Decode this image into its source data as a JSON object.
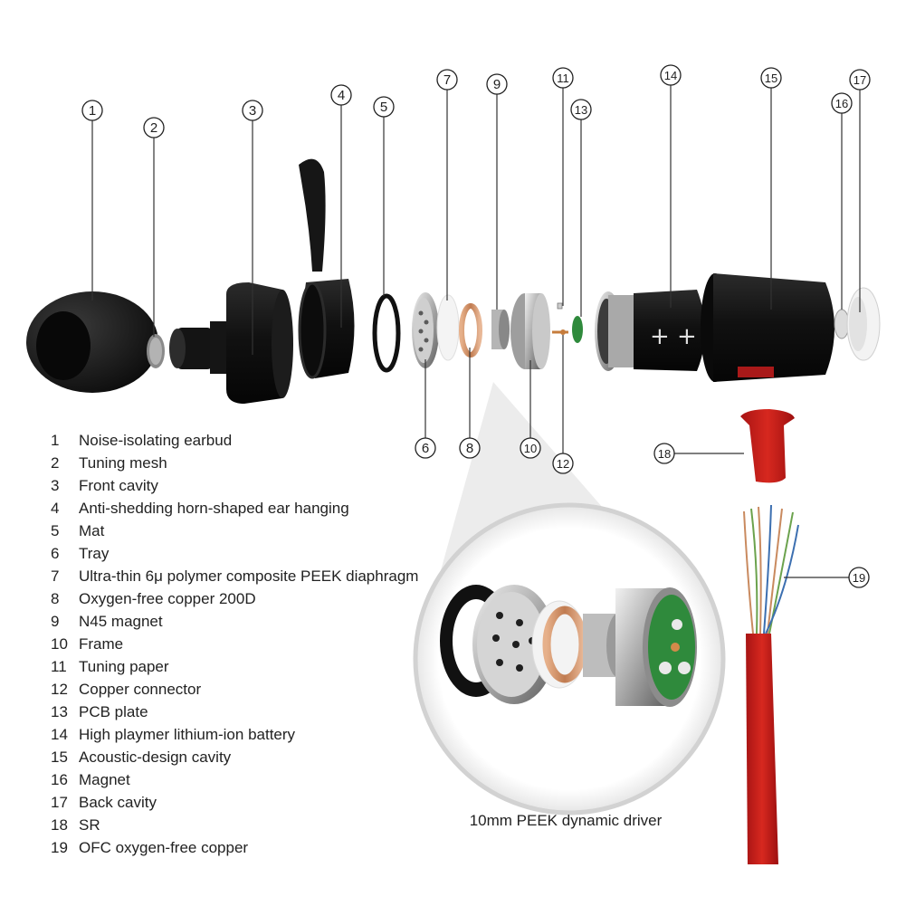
{
  "colors": {
    "black_part": "#1b1b1b",
    "red_cable": "#c8201f",
    "copper": "#c98a5f",
    "pcb_green": "#2f8a3c",
    "silver": "#bfbfbf",
    "callout_line": "#333333"
  },
  "callouts": [
    {
      "number": "1"
    },
    {
      "number": "2"
    },
    {
      "number": "3"
    },
    {
      "number": "4"
    },
    {
      "number": "5"
    },
    {
      "number": "6"
    },
    {
      "number": "7"
    },
    {
      "number": "8"
    },
    {
      "number": "9"
    },
    {
      "number": "10"
    },
    {
      "number": "11"
    },
    {
      "number": "12"
    },
    {
      "number": "13"
    },
    {
      "number": "14"
    },
    {
      "number": "15"
    },
    {
      "number": "16"
    },
    {
      "number": "17"
    },
    {
      "number": "18"
    },
    {
      "number": "19"
    }
  ],
  "legend": [
    {
      "number": "1",
      "label": "Noise-isolating earbud"
    },
    {
      "number": "2",
      "label": "Tuning mesh"
    },
    {
      "number": "3",
      "label": "Front cavity"
    },
    {
      "number": "4",
      "label": "Anti-shedding horn-shaped ear hanging"
    },
    {
      "number": "5",
      "label": "Mat"
    },
    {
      "number": "6",
      "label": "Tray"
    },
    {
      "number": "7",
      "label": "Ultra-thin 6μ polymer composite PEEK diaphragm"
    },
    {
      "number": "8",
      "label": "Oxygen-free copper 200D"
    },
    {
      "number": "9",
      "label": "N45 magnet"
    },
    {
      "number": "10",
      "label": "Frame"
    },
    {
      "number": "11",
      "label": "Tuning paper"
    },
    {
      "number": "12",
      "label": "Copper connector"
    },
    {
      "number": "13",
      "label": "PCB plate"
    },
    {
      "number": "14",
      "label": "High playmer lithium-ion battery"
    },
    {
      "number": "15",
      "label": "Acoustic-design  cavity"
    },
    {
      "number": "16",
      "label": "Magnet"
    },
    {
      "number": "17",
      "label": "Back cavity"
    },
    {
      "number": "18",
      "label": "SR"
    },
    {
      "number": "19",
      "label": "OFC oxygen-free copper"
    }
  ],
  "driver_caption": "10mm PEEK dynamic driver"
}
